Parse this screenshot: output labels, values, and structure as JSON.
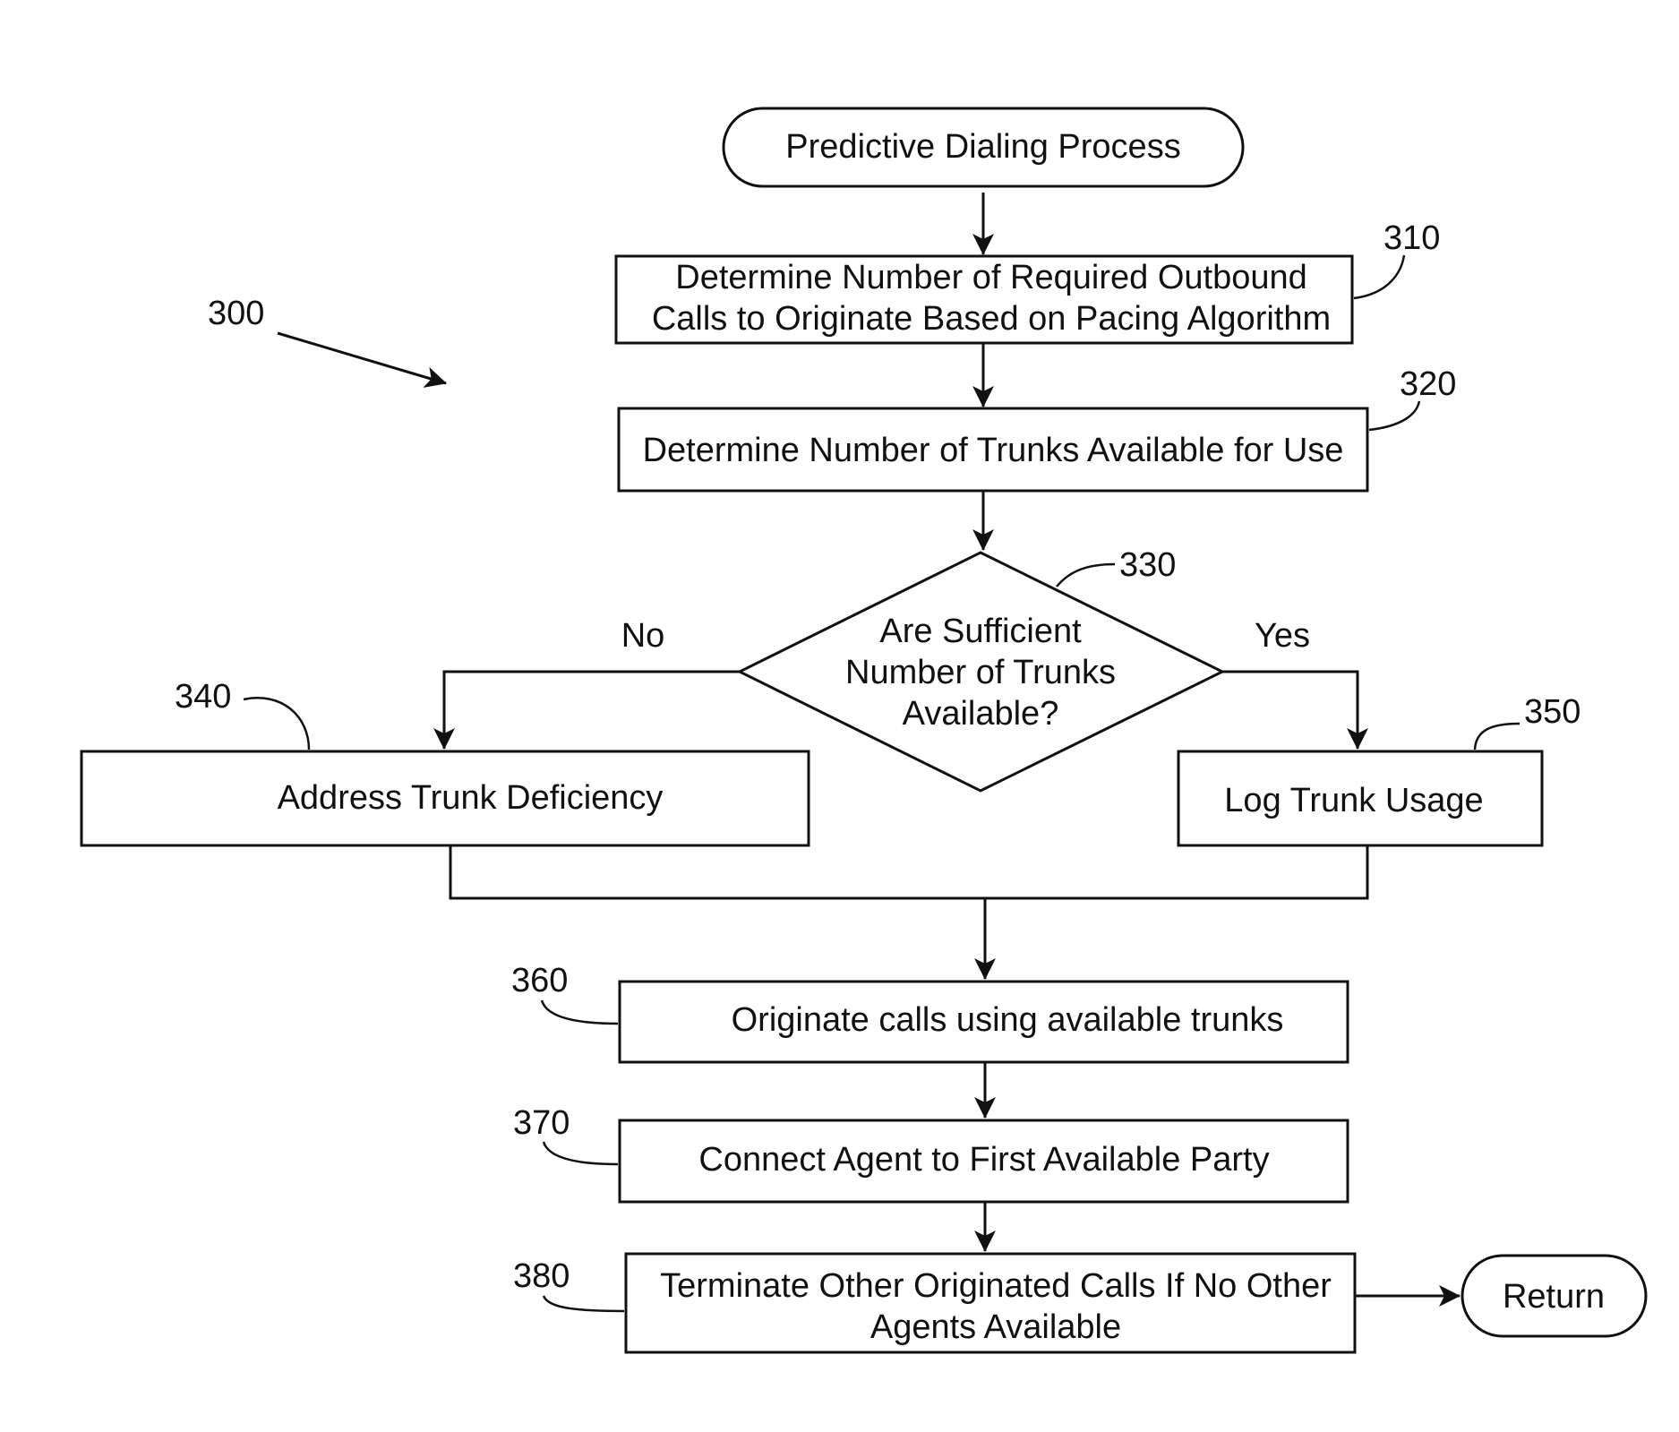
{
  "figure": {
    "ref": "300",
    "start": {
      "label": "Predictive Dialing Process"
    },
    "steps": {
      "s310": {
        "ref": "310",
        "lines": [
          "Determine Number of Required Outbound",
          "Calls to Originate Based on Pacing Algorithm"
        ]
      },
      "s320": {
        "ref": "320",
        "lines": [
          "Determine Number of Trunks Available for Use"
        ]
      },
      "d330": {
        "ref": "330",
        "lines": [
          "Are Sufficient",
          "Number of Trunks",
          "Available?"
        ]
      },
      "s340": {
        "ref": "340",
        "lines": [
          "Address Trunk Deficiency"
        ]
      },
      "s350": {
        "ref": "350",
        "lines": [
          "Log Trunk Usage"
        ]
      },
      "s360": {
        "ref": "360",
        "lines": [
          "Originate calls using available trunks"
        ]
      },
      "s370": {
        "ref": "370",
        "lines": [
          "Connect Agent to First Available Party"
        ]
      },
      "s380": {
        "ref": "380",
        "lines": [
          "Terminate Other Originated Calls If No Other",
          "Agents Available"
        ]
      }
    },
    "branches": {
      "no": "No",
      "yes": "Yes"
    },
    "end": {
      "label": "Return"
    }
  }
}
